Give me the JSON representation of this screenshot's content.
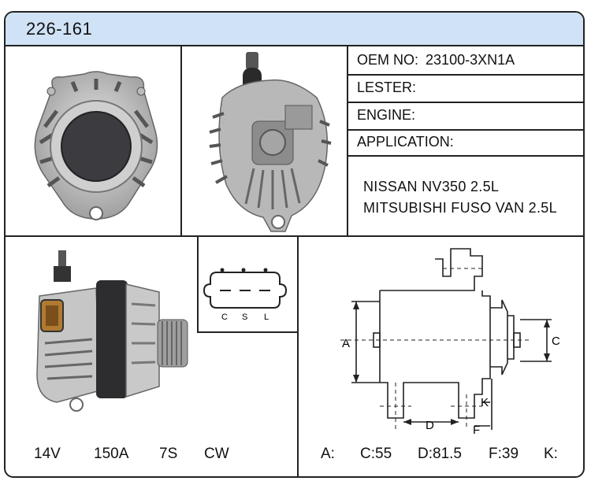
{
  "title": "226-161",
  "info": {
    "oem_label": "OEM NO:",
    "oem_value": "23100-3XN1A",
    "lester_label": "LESTER:",
    "engine_label": "ENGINE:",
    "application_label": "APPLICATION:",
    "applications": [
      "NISSAN NV350 2.5L",
      "MITSUBISHI FUSO VAN 2.5L"
    ]
  },
  "connector": {
    "pins": [
      "C",
      "S",
      "L"
    ]
  },
  "specs": {
    "voltage": "14V",
    "amperage": "150A",
    "pulley": "7S",
    "rotation": "CW"
  },
  "drawing_labels": {
    "a": "A",
    "c": "C",
    "d": "D",
    "f": "F",
    "k": "K"
  },
  "dimensions": {
    "a": "A:",
    "c": "C:55",
    "d": "D:81.5",
    "f": "F:39",
    "k": "K:"
  },
  "colors": {
    "header": "#cfe2f6",
    "border": "#222222"
  }
}
